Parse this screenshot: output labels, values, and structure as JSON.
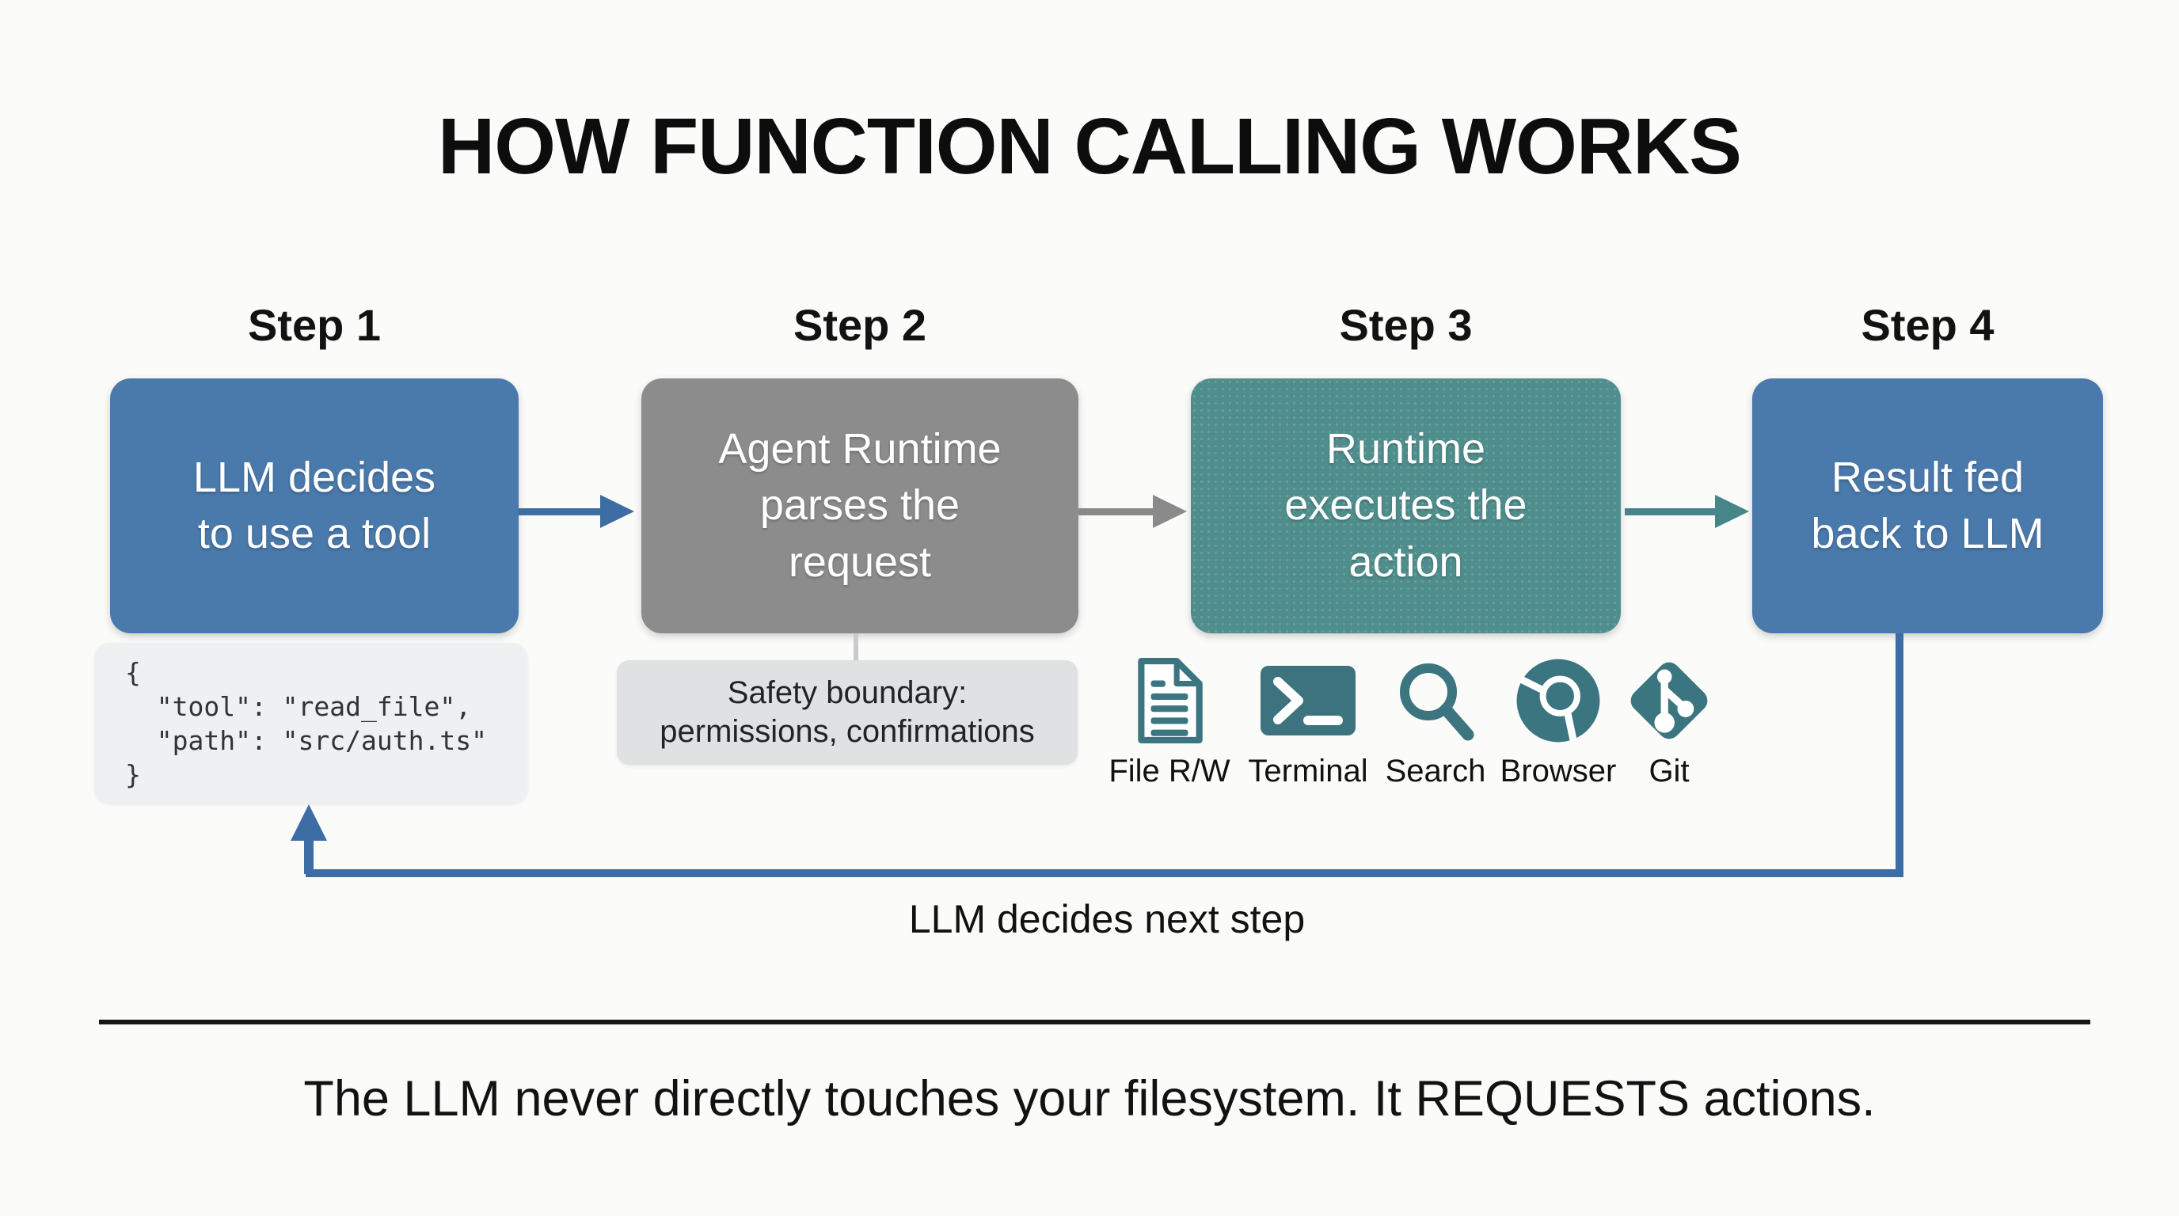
{
  "title": "HOW FUNCTION CALLING WORKS",
  "steps": [
    {
      "label": "Step 1",
      "text": "LLM decides to use a tool",
      "color": "#4a79ab"
    },
    {
      "label": "Step 2",
      "text": "Agent Runtime parses the request",
      "color": "#8c8c8c"
    },
    {
      "label": "Step 3",
      "text": "Runtime executes the action",
      "color": "#4f8e8c"
    },
    {
      "label": "Step 4",
      "text": "Result fed back to LLM",
      "color": "#4a79ab"
    }
  ],
  "code_block": {
    "lines": [
      "{",
      "  \"tool\": \"read_file\",",
      "  \"path\": \"src/auth.ts\"",
      "}"
    ]
  },
  "safety_note": {
    "line1": "Safety boundary:",
    "line2": "permissions, confirmations"
  },
  "tools": [
    {
      "icon": "file-rw-icon",
      "label": "File R/W"
    },
    {
      "icon": "terminal-icon",
      "label": "Terminal"
    },
    {
      "icon": "search-icon",
      "label": "Search"
    },
    {
      "icon": "browser-icon",
      "label": "Browser"
    },
    {
      "icon": "git-icon",
      "label": "Git"
    }
  ],
  "feedback": {
    "label": "LLM decides next step"
  },
  "footer": "The LLM never directly touches your filesystem. It REQUESTS actions.",
  "colors": {
    "step_blue": "#4a79ab",
    "step_gray": "#8c8c8c",
    "step_teal": "#4f8e8c",
    "arrow_blue": "#3d6da3",
    "arrow_gray": "#8a8a8a",
    "arrow_teal": "#46858a",
    "loop_blue": "#3c6da4",
    "icon_teal": "#3b7680",
    "code_bg": "#eef0f1",
    "note_bg": "#dfe1e3"
  }
}
